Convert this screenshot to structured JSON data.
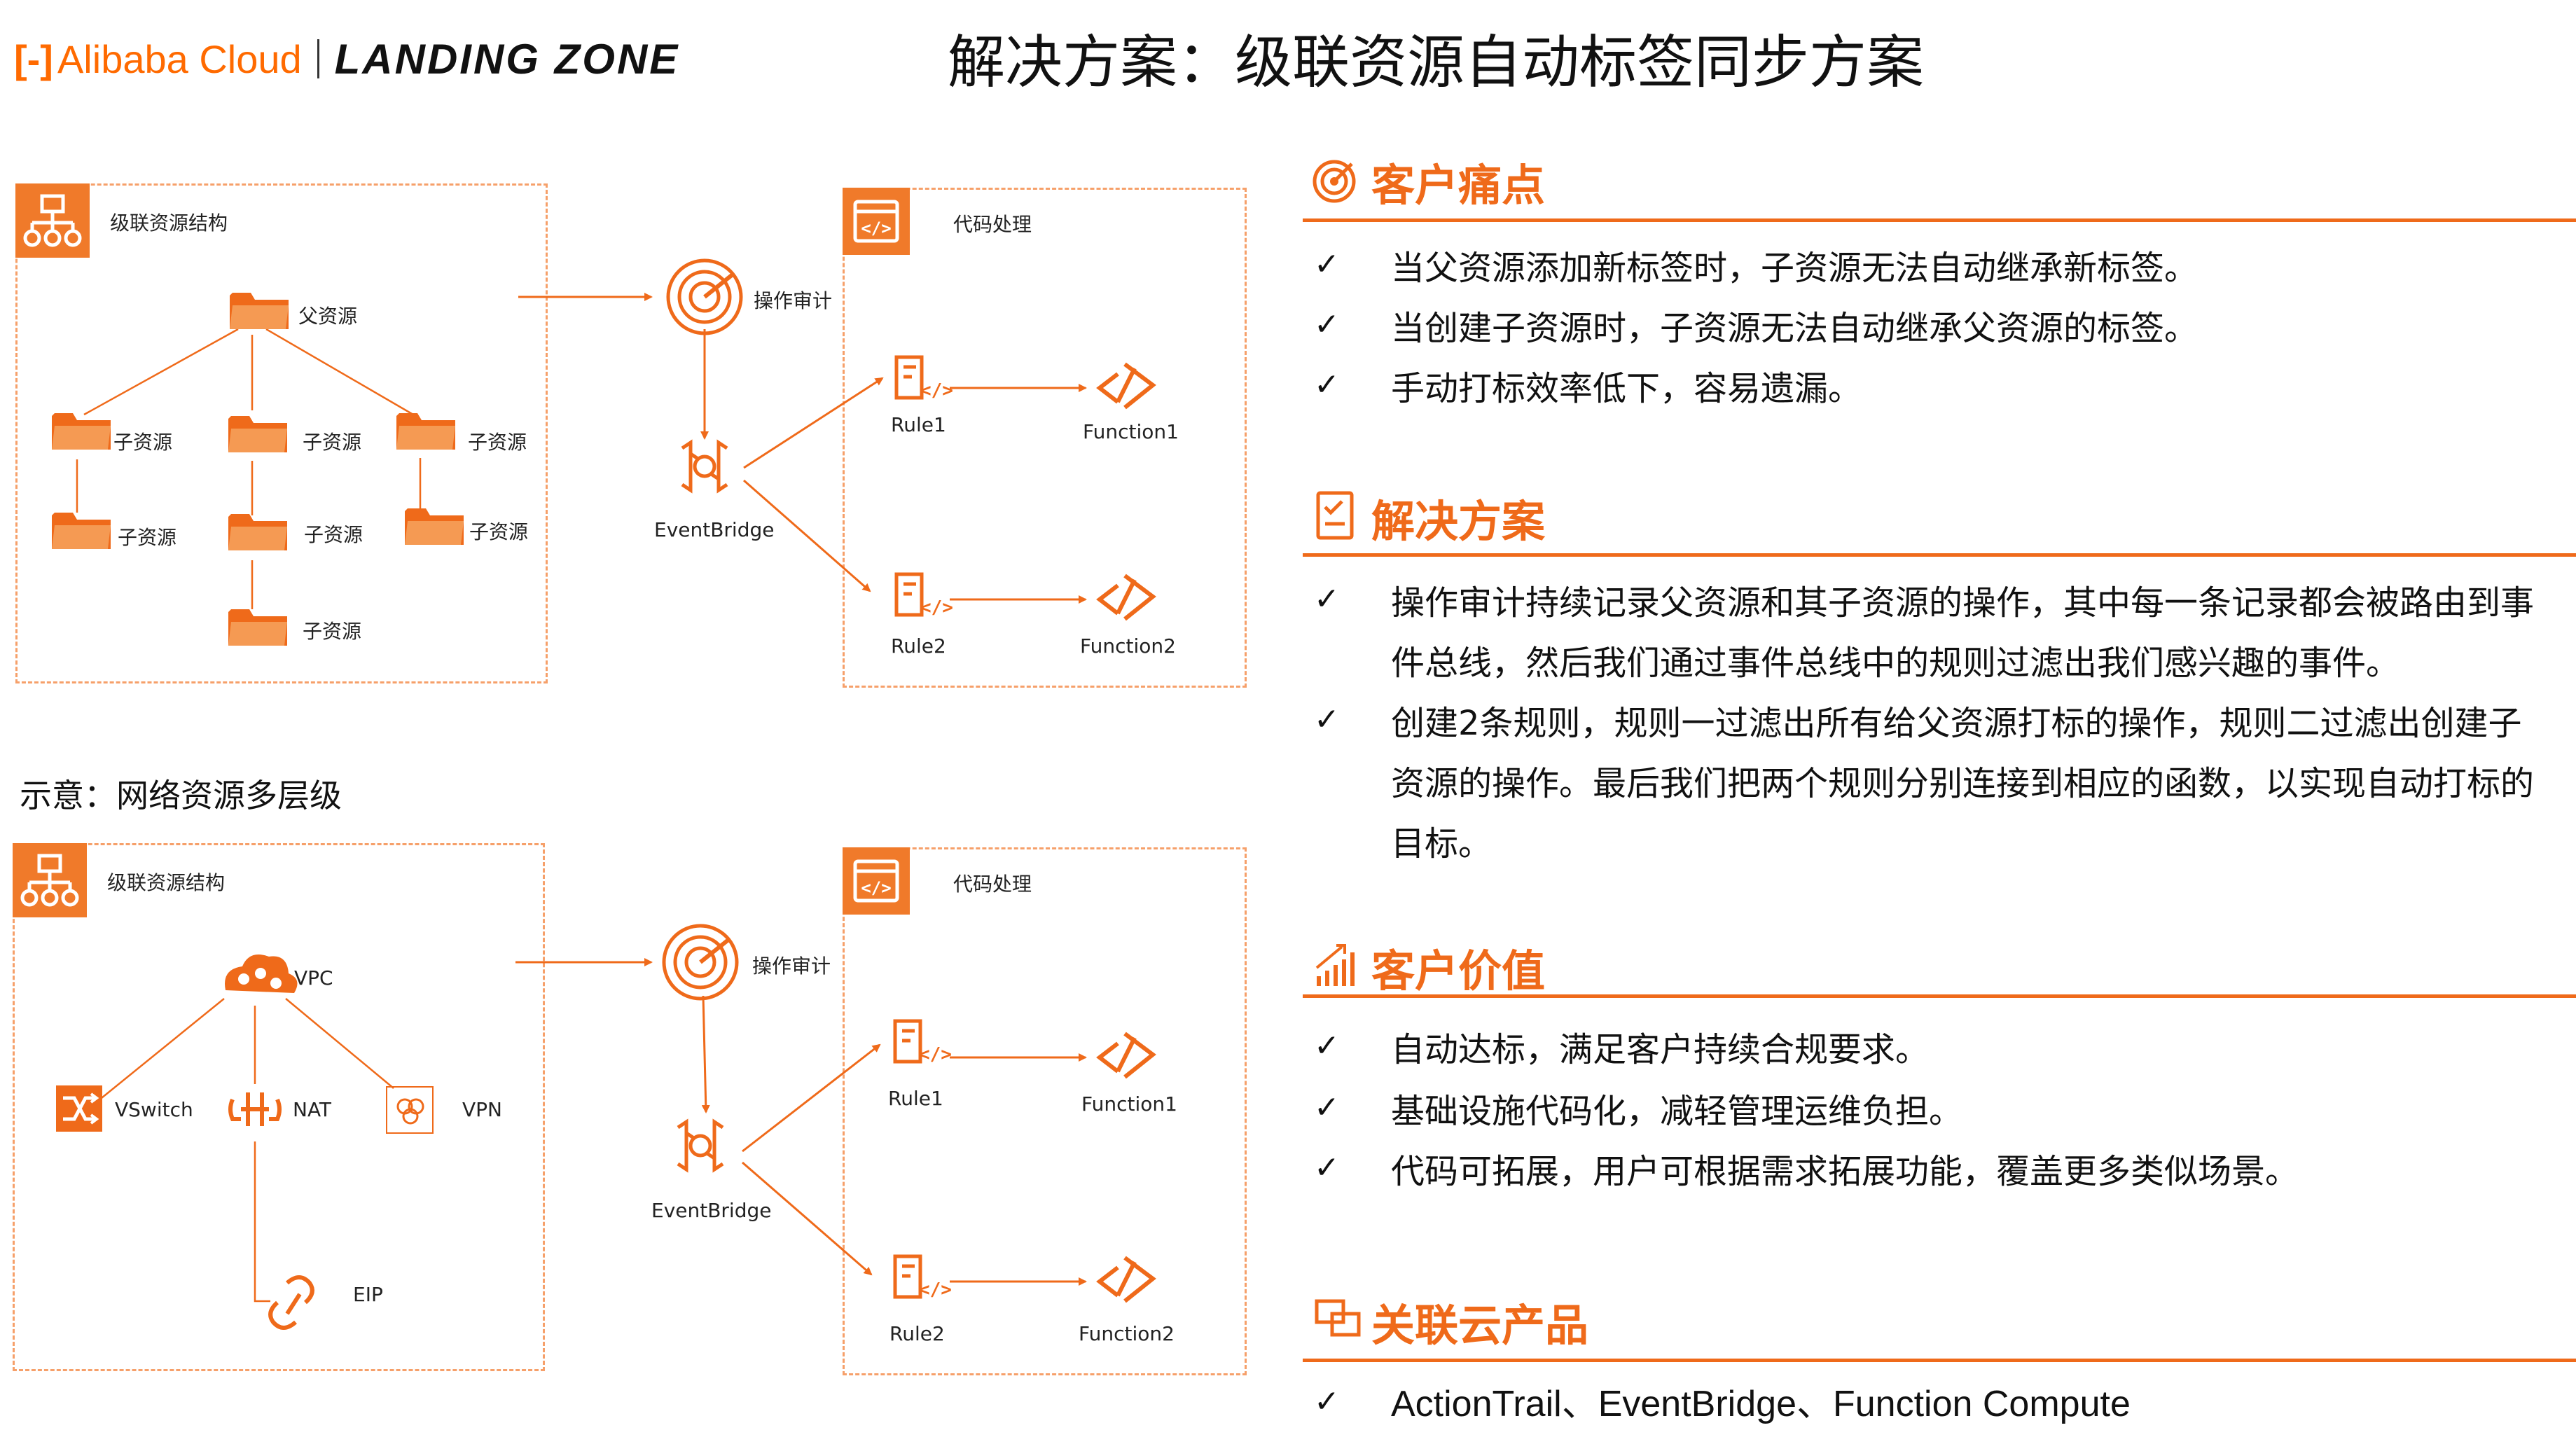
{
  "header": {
    "brand_left": "Alibaba Cloud",
    "brand_right": "LANDING ZONE",
    "title": "解决方案：级联资源自动标签同步方案"
  },
  "diagram1": {
    "struct_label": "级联资源结构",
    "code_label": "代码处理",
    "parent": "父资源",
    "children": [
      "子资源",
      "子资源",
      "子资源",
      "子资源",
      "子资源",
      "子资源",
      "子资源"
    ],
    "audit": "操作审计",
    "eventbridge": "EventBridge",
    "rule1": "Rule1",
    "rule2": "Rule2",
    "func1": "Function1",
    "func2": "Function2"
  },
  "caption": "示意：网络资源多层级",
  "diagram2": {
    "struct_label": "级联资源结构",
    "code_label": "代码处理",
    "vpc": "VPC",
    "vswitch": "VSwitch",
    "nat": "NAT",
    "vpn": "VPN",
    "eip": "EIP",
    "audit": "操作审计",
    "eventbridge": "EventBridge",
    "rule1": "Rule1",
    "rule2": "Rule2",
    "func1": "Function1",
    "func2": "Function2"
  },
  "sections": {
    "pain": {
      "title": "客户痛点",
      "items": [
        "当父资源添加新标签时，子资源无法自动继承新标签。",
        "当创建子资源时，子资源无法自动继承父资源的标签。",
        "手动打标效率低下，容易遗漏。"
      ]
    },
    "solution": {
      "title": "解决方案",
      "items": [
        [
          "操作审计持续记录父资源和其子资源的操作，其中每一条记录都会被路由到事",
          "件总线，然后我们通过事件总线中的规则过滤出我们感兴趣的事件。"
        ],
        [
          "创建2条规则，规则一过滤出所有给父资源打标的操作，规则二过滤出创建子",
          "资源的操作。最后我们把两个规则分别连接到相应的函数，以实现自动打标的",
          "目标。"
        ]
      ]
    },
    "value": {
      "title": "客户价值",
      "items": [
        "自动达标，满足客户持续合规要求。",
        "基础设施代码化，减轻管理运维负担。",
        "代码可拓展，用户可根据需求拓展功能，覆盖更多类似场景。"
      ]
    },
    "products": {
      "title": "关联云产品",
      "items": [
        "ActionTrail、EventBridge、Function Compute"
      ]
    }
  },
  "colors": {
    "accent": "#ef6a1a",
    "dashed": "#f6a06a"
  }
}
